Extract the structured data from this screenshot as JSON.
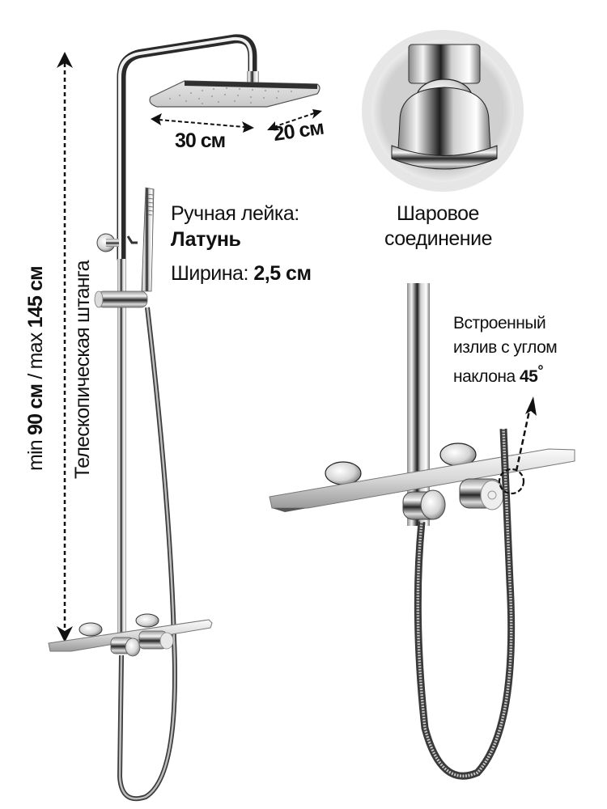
{
  "dimensions": {
    "head_width": "30 см",
    "head_depth": "20 см",
    "bar_height_min_prefix": "min ",
    "bar_height_min_value": "90 см",
    "bar_height_separator": " / max ",
    "bar_height_max_value": "145 см",
    "bar_label": "Телескопическая штанга"
  },
  "hand_shower": {
    "title": "Ручная лейка:",
    "material": "Латунь",
    "width_label": "Ширина: ",
    "width_value": "2,5 см"
  },
  "ball_joint": {
    "line1": "Шаровое",
    "line2": "соединение"
  },
  "spout": {
    "line1": "Встроенный",
    "line2": "излив с углом",
    "line3_prefix": "наклона ",
    "angle_value": "45",
    "angle_unit": "°"
  },
  "colors": {
    "background": "#ffffff",
    "text": "#111111",
    "chrome_dark": "#2a2a2a",
    "chrome_light": "#e8e8e8",
    "ball_joint_bg": "#e6e6e6"
  }
}
